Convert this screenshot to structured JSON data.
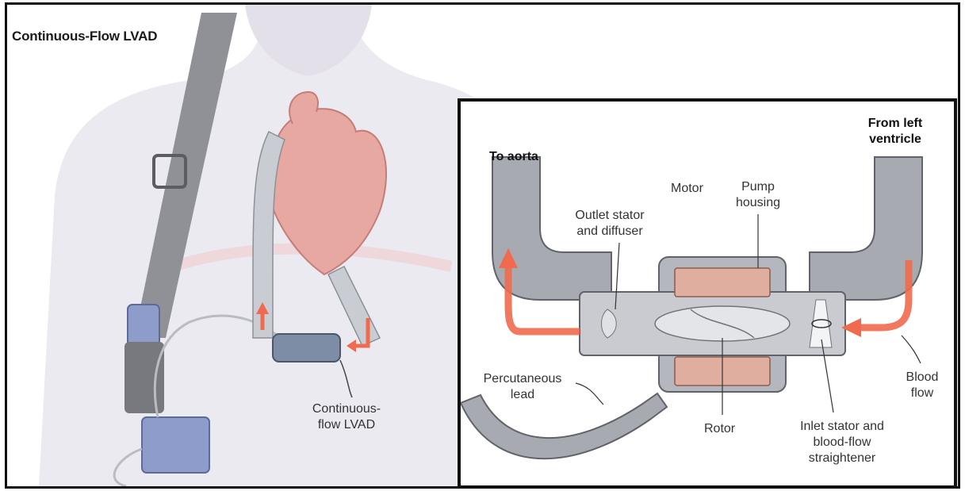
{
  "left_panel": {
    "title": "Continuous-Flow LVAD",
    "callout_device": [
      "Continuous-",
      "flow LVAD"
    ]
  },
  "inset": {
    "labels": {
      "to_aorta": "To aorta",
      "from_left_ventricle": [
        "From left",
        "ventricle"
      ],
      "motor": "Motor",
      "pump_housing": [
        "Pump",
        "housing"
      ],
      "outlet_stator": [
        "Outlet stator",
        "and diffuser"
      ],
      "percutaneous_lead": [
        "Percutaneous",
        "lead"
      ],
      "rotor": "Rotor",
      "inlet_stator": [
        "Inlet stator and",
        "blood-flow",
        "straightener"
      ],
      "blood_flow": [
        "Blood",
        "flow"
      ]
    }
  },
  "colors": {
    "skin": "#eceaf1",
    "skin_shadow": "#c9c6d6",
    "strap": "#8f9196",
    "device_blue": "#8e9ccc",
    "heart": "#e7a8a2",
    "flow_arrow": "#ef6a4e",
    "magnet": "#dfae9e",
    "tube_gray": "#a7aab0"
  }
}
